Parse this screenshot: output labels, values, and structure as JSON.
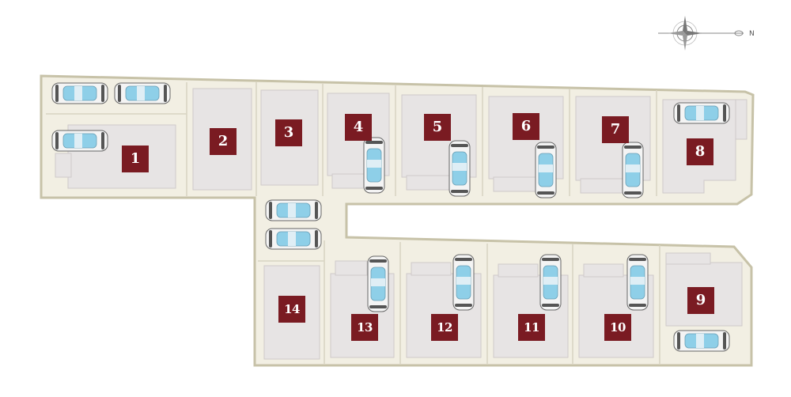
{
  "lots": [
    "1",
    "2",
    "3",
    "4",
    "5",
    "6",
    "7",
    "8",
    "9",
    "10",
    "11",
    "12",
    "13",
    "14"
  ],
  "compass": {
    "north_label": "N"
  },
  "colors": {
    "site_fill": "#f2efe3",
    "site_border": "#c7c2a8",
    "building": "#e7e4e4",
    "label_bg": "#7a1b22",
    "car_body": "#e9e9e9",
    "car_glass": "#8ecfe8"
  }
}
